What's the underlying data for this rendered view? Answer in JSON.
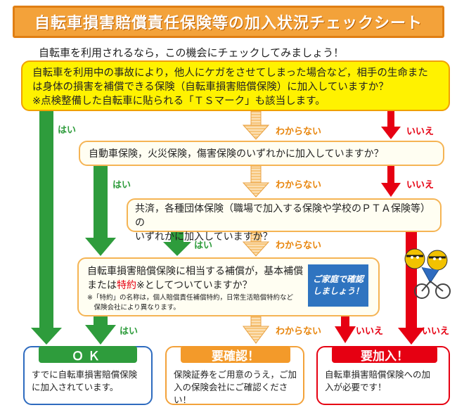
{
  "title": "自転車損害賠償責任保険等の加入状況チェックシート",
  "intro": "自転車を利用されるなら，この機会にチェックしてみましょう！",
  "q1": {
    "line1": "自転車を利用中の事故により，他人にケガをさせてしまった場合など，相手の生命また",
    "line2": "は身体の損害を補償できる保険（自転車損害賠償保険）に加入していますか？",
    "line3": "※点検整備した自転車に貼られる「ＴＳマーク」も該当します。"
  },
  "q2": {
    "text": "自動車保険，火災保険，傷害保険のいずれかに加入していますか？"
  },
  "q3": {
    "line1": "共済，各種団体保険（職場で加入する保険や学校のＰＴＡ保険等）の",
    "line2": "いずれかに加入していますか？"
  },
  "q4": {
    "line1": "自転車損害賠償保険に相当する補償が，基本補償",
    "line2a": "または",
    "line2b": "特約",
    "line2c": "※としてついていますか？",
    "note1": "※「特約」の名称は，個人賠償責任補償特約，日常生活賠償特約など",
    "note2": "　保険会社により異なります。"
  },
  "blue_note": {
    "line1": "ご家庭で確認",
    "line2": "しましょう！"
  },
  "labels": {
    "yes": "はい",
    "unknown": "わからない",
    "no": "いいえ"
  },
  "results": {
    "ok": {
      "title": "ＯＫ",
      "line1": "すでに自転車損害賠償保険",
      "line2": "に加入されています。"
    },
    "confirm": {
      "title": "要確認！",
      "line1": "保険証券をご用意のうえ，ご加",
      "line2": "入の保険会社にご確認くださ",
      "line3": "い！"
    },
    "join": {
      "title": "要加入！",
      "line1": "自転車損害賠償保険への加",
      "line2": "入が必要です！"
    }
  },
  "colors": {
    "orange": "#f3a23a",
    "yellow": "#fff200",
    "green": "#2e9c3c",
    "red": "#e60012",
    "blue": "#2e6bbf"
  }
}
